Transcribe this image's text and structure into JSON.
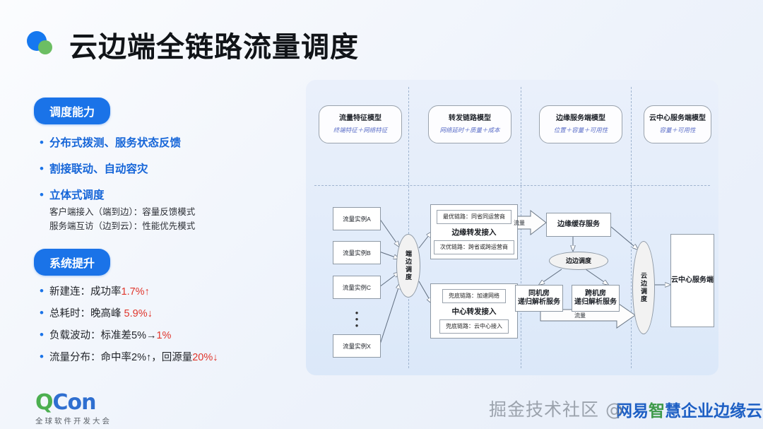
{
  "slide": {
    "title": "云边端全链路流量调度"
  },
  "left": {
    "section1": {
      "pill": "调度能力",
      "bullets": [
        {
          "main": "分布式拨测、服务状态反馈",
          "sub": []
        },
        {
          "main": "割接联动、自动容灾",
          "sub": []
        },
        {
          "main": "立体式调度",
          "sub": [
            "客户端接入（端到边）：容量反馈模式",
            "服务端互访（边到云）：性能优先模式"
          ]
        }
      ]
    },
    "section2": {
      "pill": "系统提升",
      "metrics": [
        {
          "label": "新建连：成功率",
          "value": "1.7%↑",
          "tail": ""
        },
        {
          "label": "总耗时：晚高峰 ",
          "value": "5.9%↓",
          "tail": ""
        },
        {
          "label": "负载波动：标准差5%→",
          "value": "1%",
          "tail": ""
        },
        {
          "label": "流量分布：命中率2%↑，回源量",
          "value": "20%↓",
          "tail": ""
        }
      ]
    }
  },
  "diagram": {
    "models": [
      {
        "title": "流量特征模型",
        "sub": "终端特征＋网络特征"
      },
      {
        "title": "转发链路模型",
        "sub": "网络延时＋质量＋成本"
      },
      {
        "title": "边缘服务端模型",
        "sub": "位置＋容量＋可用性"
      },
      {
        "title": "云中心服务端模型",
        "sub": "容量＋可用性"
      }
    ],
    "instances": [
      "流量实例A",
      "流量实例B",
      "流量实例C",
      "流量实例X"
    ],
    "instances_ellipsis": "⋮",
    "scheduler_end_edge": "端边调度",
    "edge_group": {
      "top": "最优链路：同省同运营商",
      "label": "边缘转发接入",
      "bottom": "次优链路：跨省或跨运营商"
    },
    "center_group": {
      "top": "兜底链路：加速网络",
      "label": "中心转发接入",
      "bottom": "兜底链路：云中心接入"
    },
    "edge_cache": "边缘缓存服务",
    "edge_edge_scheduler": "边边调度",
    "resolver_same": "同机房\n递归解析服务",
    "resolver_same_line1": "同机房",
    "resolver_same_line2": "递归解析服务",
    "resolver_cross_line1": "跨机房",
    "resolver_cross_line2": "递归解析服务",
    "flow_label_top": "流量",
    "flow_label_bottom": "流量",
    "scheduler_cloud_edge": "云边调度",
    "cloud_center": "云中心服务端"
  },
  "footer": {
    "qcon_q": "Q",
    "qcon_con": "Con",
    "qcon_sub": "全球软件开发大会",
    "watermark": "掘金技术社区 @",
    "brand_blue": "网易",
    "brand_green": "智",
    "brand_rest": "慧企业边缘云"
  },
  "colors": {
    "accent": "#1a73e8",
    "highlight": "#e0352b",
    "panel": "#e4edfa"
  }
}
